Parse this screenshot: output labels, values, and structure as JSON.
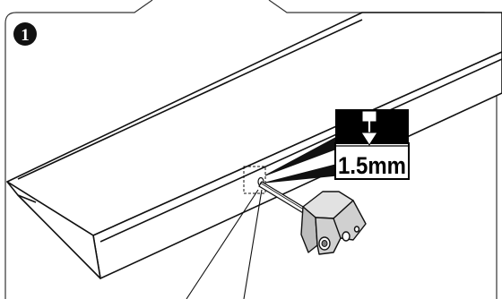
{
  "step": {
    "number": "1"
  },
  "callout": {
    "depth_label": "1.5mm"
  },
  "colors": {
    "line": "#111111",
    "bracket_fill": "#cfcfcf",
    "bracket_dark": "#7a7a7a",
    "frame": "#333333",
    "callout_bg": "#000000",
    "callout_text": "#000000"
  },
  "icons": {
    "step_badge": "circled-number-1",
    "drill_marker": "drill-depth-arrow-icon",
    "bracket": "wall-mount-bracket-icon"
  }
}
